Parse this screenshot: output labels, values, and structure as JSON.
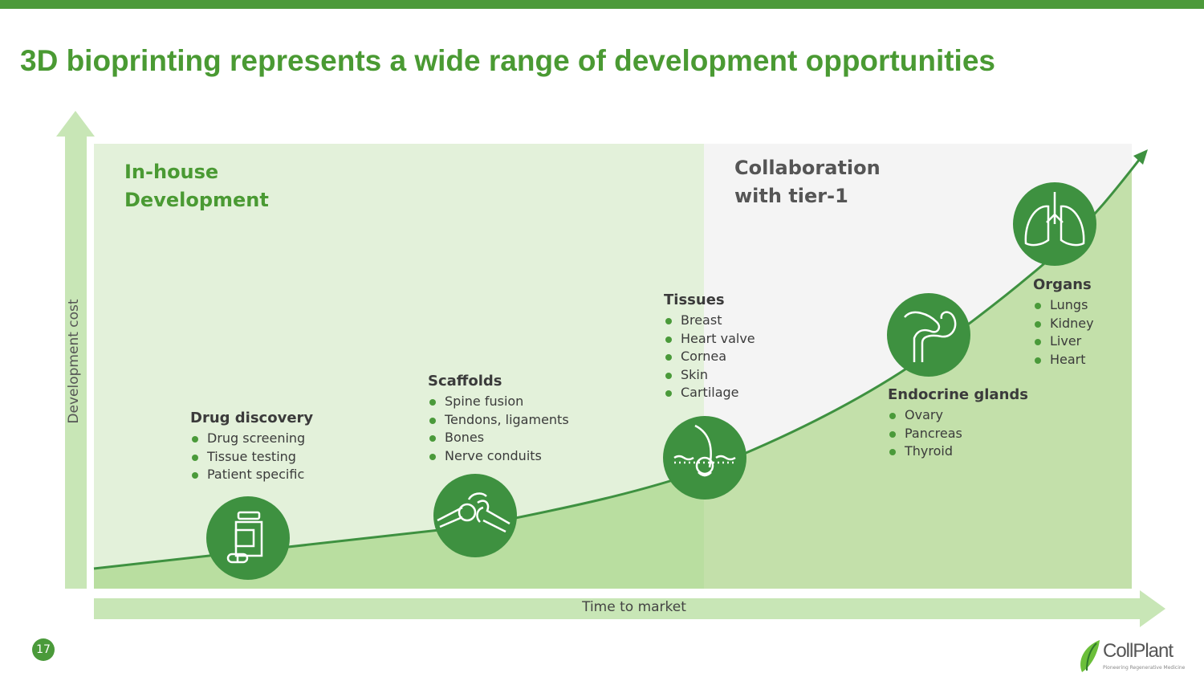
{
  "title": "3D bioprinting represents a wide range of development opportunities",
  "zones": {
    "in_house": [
      "In-house",
      "Development"
    ],
    "collaboration": [
      "Collaboration",
      "with tier-1"
    ]
  },
  "axes": {
    "y_label": "Development cost",
    "x_label": "Time to market"
  },
  "groups": [
    {
      "title": "Drug discovery",
      "items": [
        "Drug screening",
        "Tissue testing",
        "Patient specific"
      ],
      "icon": "medicine-bottle-icon"
    },
    {
      "title": "Scaffolds",
      "items": [
        "Spine fusion",
        "Tendons, ligaments",
        "Bones",
        "Nerve conduits"
      ],
      "icon": "bone-joint-icon"
    },
    {
      "title": "Tissues",
      "items": [
        "Breast",
        "Heart valve",
        "Cornea",
        "Skin",
        "Cartilage"
      ],
      "icon": "skin-hair-icon"
    },
    {
      "title": "Endocrine glands",
      "items": [
        "Ovary",
        "Pancreas",
        "Thyroid"
      ],
      "icon": "pancreas-icon"
    },
    {
      "title": "Organs",
      "items": [
        "Lungs",
        "Kidney",
        "Liver",
        "Heart"
      ],
      "icon": "lungs-icon"
    }
  ],
  "page_number": "17",
  "logo": {
    "name": "CollPlant",
    "tagline": "Pioneering Regenerative Medicine"
  },
  "colors": {
    "accent": "#4a9a3a",
    "circle": "#3e9140",
    "left_zone": "#e3f1da",
    "right_zone": "#f4f4f4"
  }
}
